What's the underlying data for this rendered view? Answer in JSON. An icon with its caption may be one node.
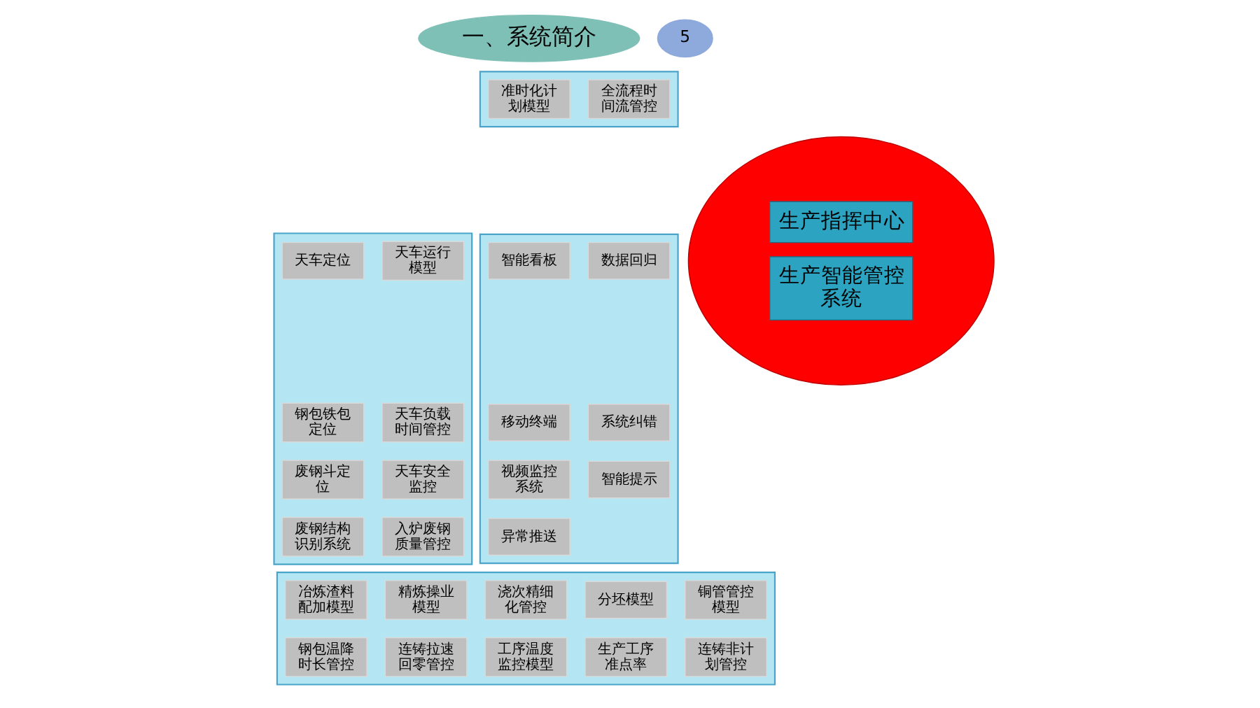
{
  "diagram": {
    "nodes": [
      {
        "text": [
          "一、系统简介"
        ]
      },
      {
        "text": [
          "5"
        ]
      },
      {
        "text": [],
        "shape": "box"
      },
      {
        "text": [
          "准时化计划模型"
        ],
        "in": 2
      },
      {
        "text": [
          "全流程时间流管控"
        ],
        "in": 2
      },
      {
        "text": [],
        "shape": "box"
      },
      {
        "text": [
          "天车定位"
        ],
        "in": 5
      },
      {
        "text": [
          "天车运行模型"
        ],
        "in": 5
      },
      {
        "text": [
          "钢包铁包定位"
        ],
        "in": 5
      },
      {
        "text": [
          "天车负载时间管控"
        ],
        "in": 5
      },
      {
        "text": [
          "废钢斗定位"
        ],
        "in": 5
      },
      {
        "text": [
          "天车安全监控"
        ],
        "in": 5
      },
      {
        "text": [
          "废钢结构识别系统"
        ],
        "in": 5
      },
      {
        "text": [
          "入炉废钢质量管控"
        ],
        "in": 5
      },
      {
        "text": [],
        "shape": "circle"
      },
      {
        "text": [
          "生产指挥中心"
        ],
        "in": 14
      },
      {
        "text": [
          "生产智能管控系统"
        ],
        "in": 14
      },
      {
        "text": [],
        "shape": "box"
      },
      {
        "text": [
          "智能看板"
        ],
        "in": 17
      },
      {
        "text": [
          "数据回归"
        ],
        "in": 17
      },
      {
        "text": [
          "移动终端"
        ],
        "in": 17
      },
      {
        "text": [
          "系统纠错"
        ],
        "in": 17
      },
      {
        "text": [
          "视频监控系统"
        ],
        "in": 17
      },
      {
        "text": [
          "智能提示"
        ],
        "in": 17
      },
      {
        "text": [
          "异常推送"
        ],
        "in": 17
      },
      {
        "text": [],
        "shape": "box"
      },
      {
        "text": [
          "冶炼渣料配加模型"
        ],
        "in": 25
      },
      {
        "text": [
          "精炼操业模型"
        ],
        "in": 25
      },
      {
        "text": [
          "分坯模型"
        ],
        "in": 25
      },
      {
        "text": [
          "铜管管控模型"
        ],
        "in": 25
      },
      {
        "text": [
          "浇次精细化管控"
        ],
        "in": 25
      },
      {
        "text": [
          "钢包温降时长管控"
        ],
        "in": 25
      },
      {
        "text": [
          "连铸拉速回零管控"
        ],
        "in": 25
      },
      {
        "text": [
          "工序温度监控模型"
        ],
        "in": 25
      },
      {
        "text": [
          "生产工序准点率"
        ],
        "in": 25
      },
      {
        "text": [
          "连铸非计划管控"
        ],
        "in": 25
      }
    ]
  }
}
